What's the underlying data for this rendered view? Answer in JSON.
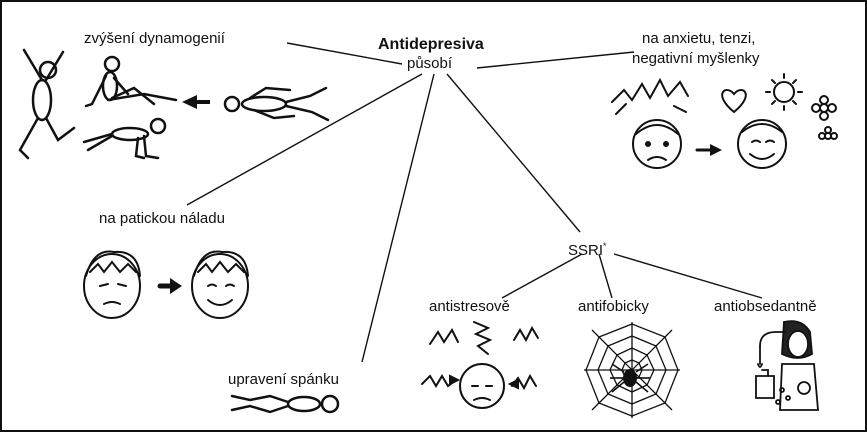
{
  "diagram": {
    "title": "Antidepresiva",
    "center": "působí",
    "nodes": {
      "dynamogenie": "zvýšení dynamogenií",
      "anxiety_line1": "na anxietu, tenzi,",
      "anxiety_line2": "negativní myšlenky",
      "mood": "na patickou náladu",
      "sleep": "upravení spánku",
      "ssri": "SSRI",
      "ssri_mark": "*",
      "antistress": "antistresově",
      "antiphobic": "antifobicky",
      "antiobsessive": "antiobsedantně"
    }
  }
}
